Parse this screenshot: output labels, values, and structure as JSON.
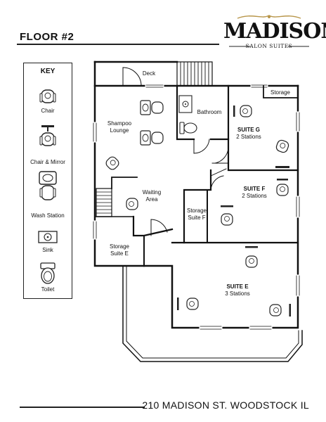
{
  "header": {
    "floor_title": "FLOOR #2",
    "brand_name": "MADISON",
    "brand_sub": "SALON SUITES"
  },
  "key": {
    "title": "KEY",
    "items": [
      "Chair",
      "Chair & Mirror",
      "Wash Station",
      "Sink",
      "Toilet"
    ]
  },
  "rooms": {
    "deck": "Deck",
    "storage_top": "Storage",
    "bathroom": "Bathroom",
    "shampoo_line1": "Shampoo",
    "shampoo_line2": "Lounge",
    "suite_g_name": "SUITE G",
    "suite_g_stations": "2 Stations",
    "suite_f_name": "SUITE F",
    "suite_f_stations": "2 Stations",
    "waiting_line1": "Waiting",
    "waiting_line2": "Area",
    "storage_f_line1": "Storage",
    "storage_f_line2": "Suite F",
    "storage_e_line1": "Storage",
    "storage_e_line2": "Suite E",
    "suite_e_name": "SUITE E",
    "suite_e_stations": "3 Stations"
  },
  "footer": {
    "address": "210 MADISON ST. WOODSTOCK IL"
  }
}
